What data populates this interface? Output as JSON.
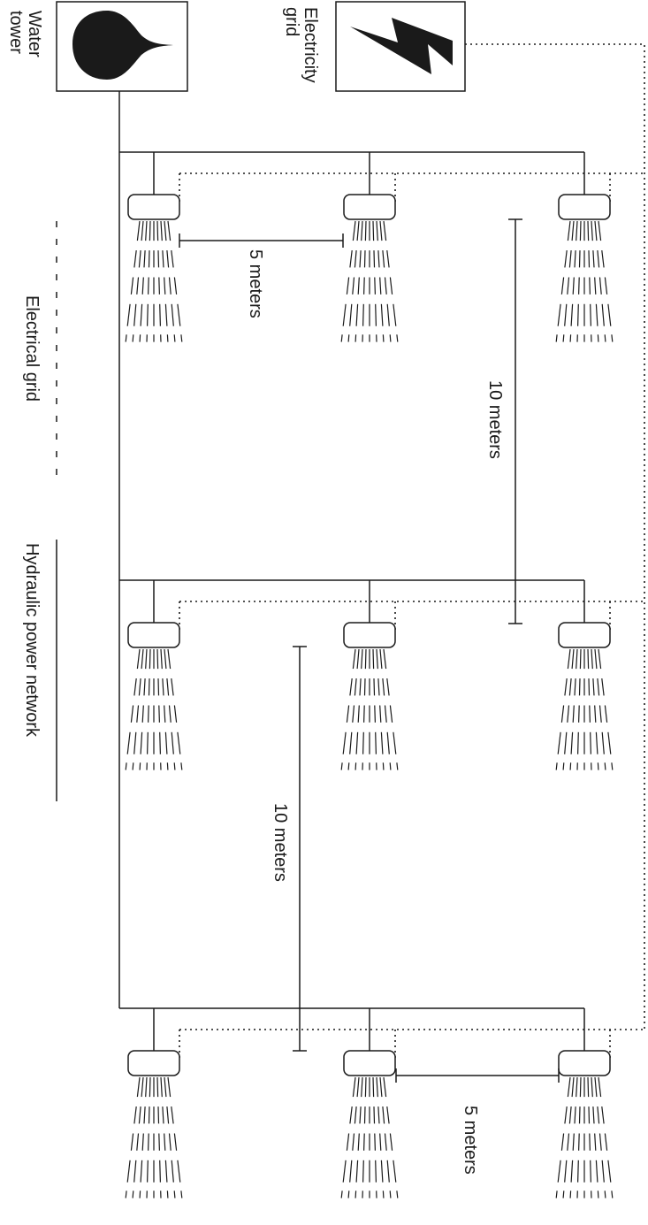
{
  "water_tower": {
    "label": "Water\ntower",
    "icon": "water-drop-icon"
  },
  "electricity_grid": {
    "label": "Electricity\ngrid",
    "icon": "lightning-bolt-icon"
  },
  "legend": {
    "electrical": "Electrical grid",
    "hydraulic": "Hydraulic power network"
  },
  "dimensions": {
    "spacing_5m_top": "5 meters",
    "spacing_10m_right": "10 meters",
    "spacing_10m_middle": "10 meters",
    "spacing_5m_bottom": "5 meters"
  },
  "shower_grid": {
    "rows": 3,
    "columns": 3
  }
}
